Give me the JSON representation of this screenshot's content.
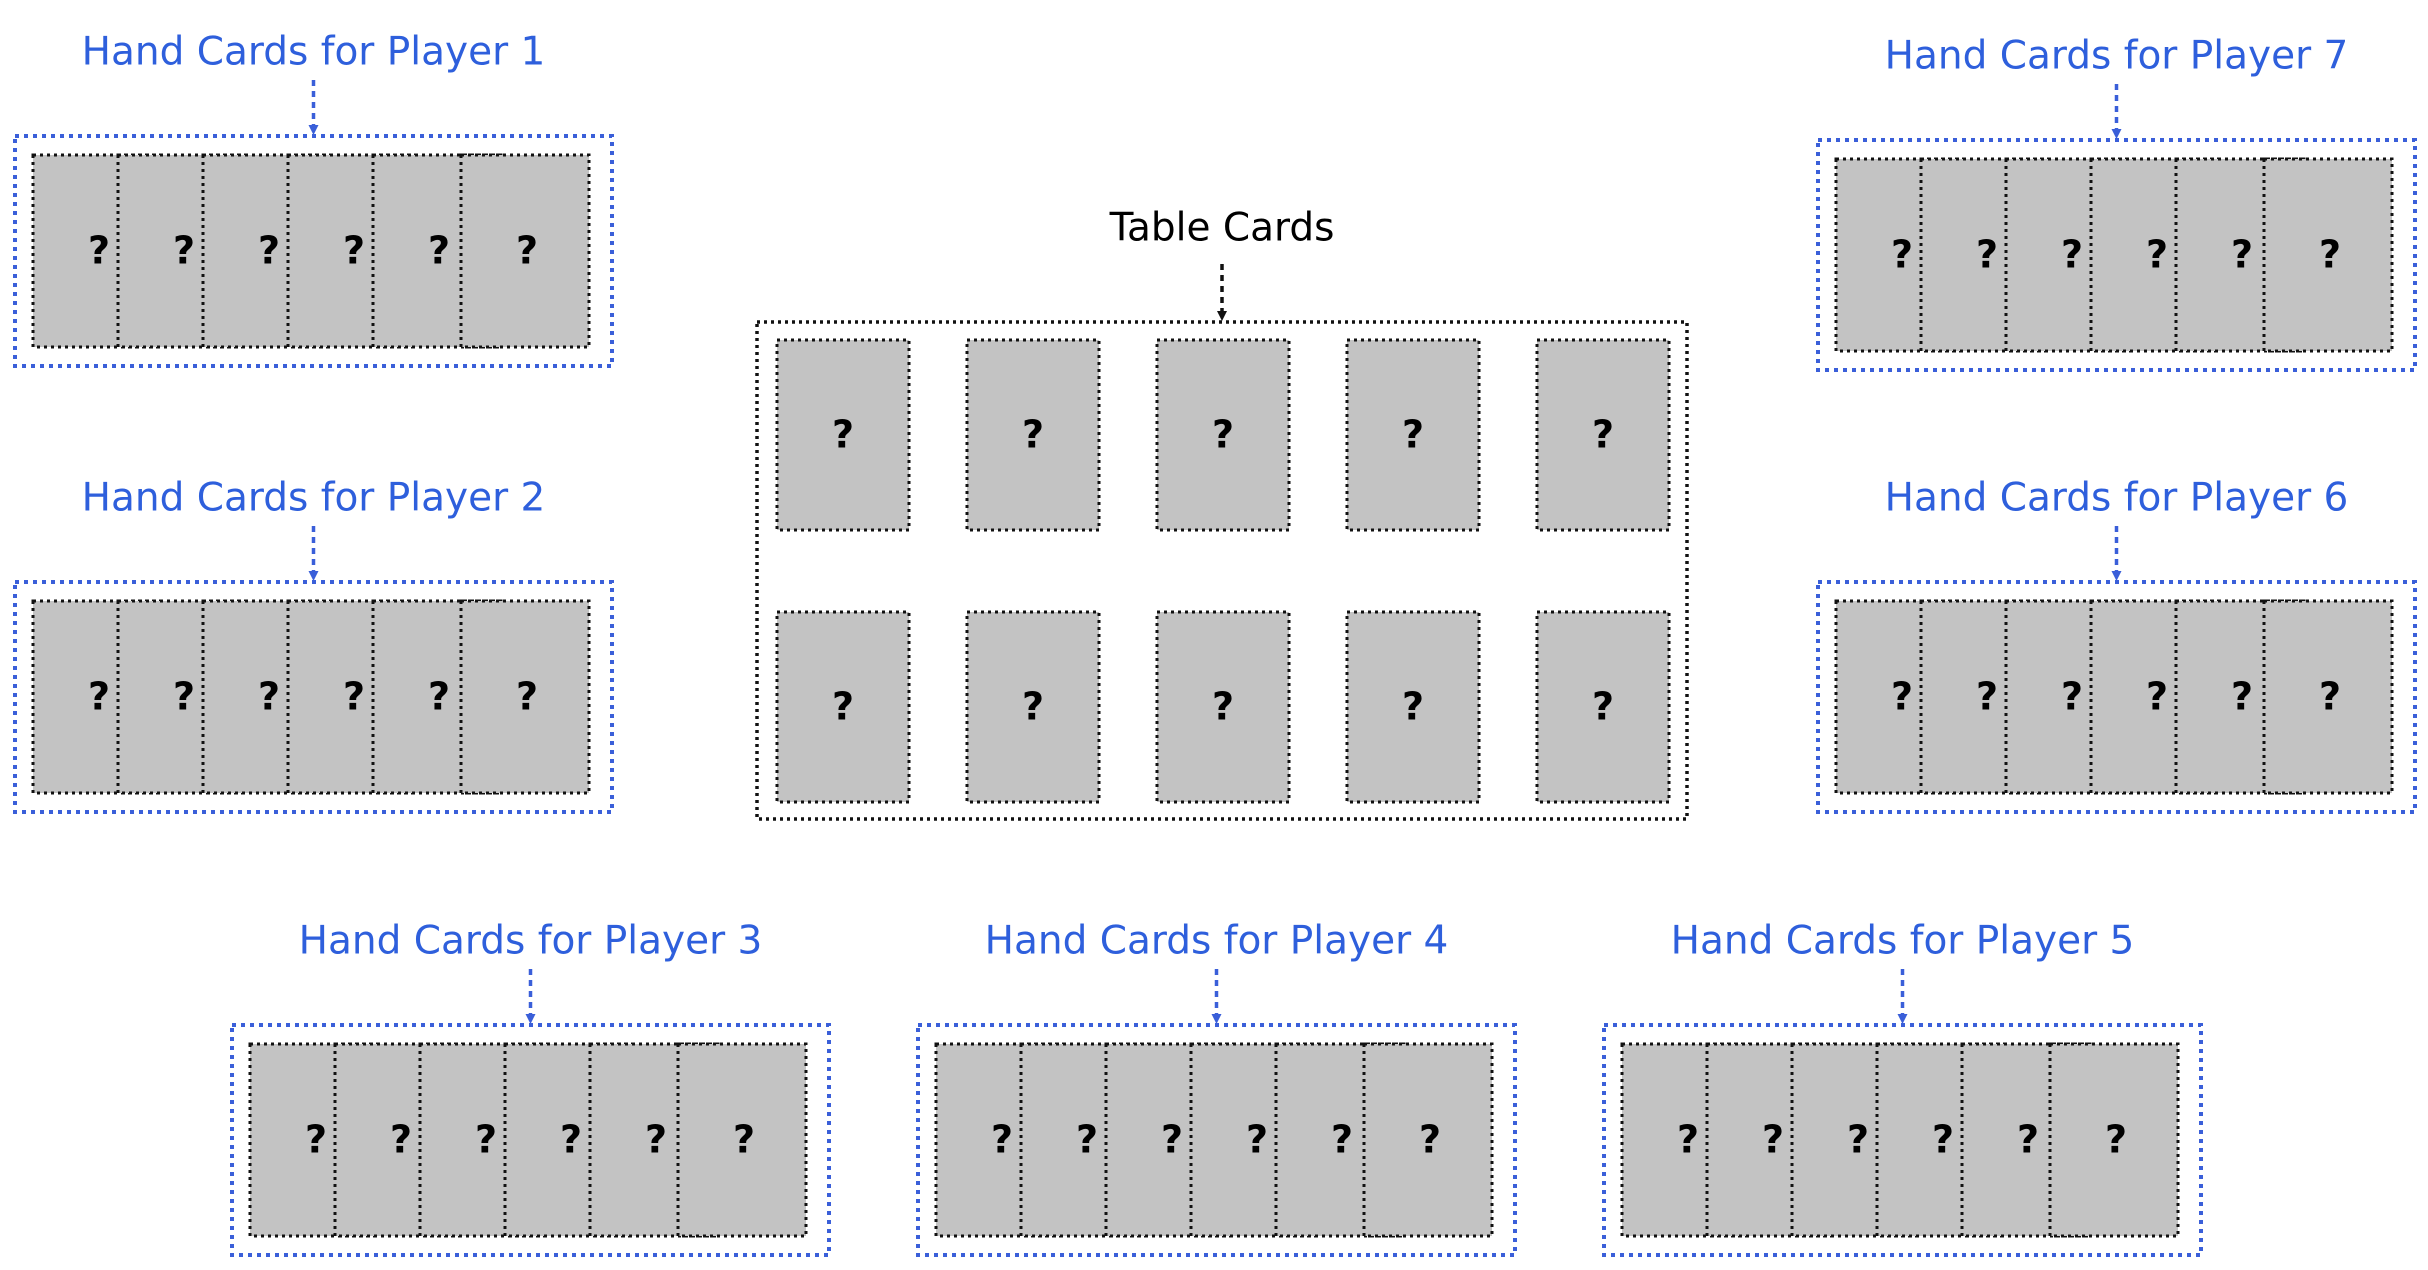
{
  "table": {
    "label": "Table Cards",
    "rows": 2,
    "cols": 5,
    "card_symbol": "?"
  },
  "players": [
    {
      "label": "Hand Cards for Player 1",
      "cards": 6,
      "card_symbol": "?"
    },
    {
      "label": "Hand Cards for Player 2",
      "cards": 6,
      "card_symbol": "?"
    },
    {
      "label": "Hand Cards for Player 3",
      "cards": 6,
      "card_symbol": "?"
    },
    {
      "label": "Hand Cards for Player 4",
      "cards": 6,
      "card_symbol": "?"
    },
    {
      "label": "Hand Cards for Player 5",
      "cards": 6,
      "card_symbol": "?"
    },
    {
      "label": "Hand Cards for Player 6",
      "cards": 6,
      "card_symbol": "?"
    },
    {
      "label": "Hand Cards for Player 7",
      "cards": 6,
      "card_symbol": "?"
    }
  ],
  "colors": {
    "player_label": "#2e5fdc",
    "player_frame": "#3a5fd9",
    "card_fill": "#c3c3c3",
    "card_border": "#111111",
    "table_label": "#000000"
  }
}
